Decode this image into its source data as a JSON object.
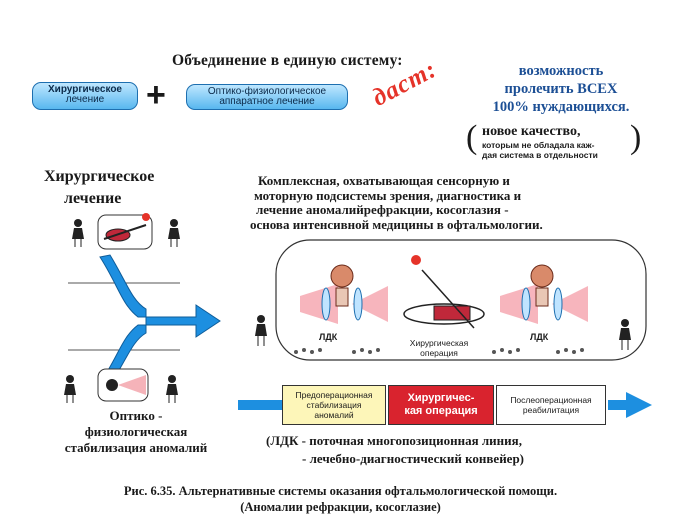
{
  "header": {
    "title": "Объединение в единую систему:",
    "surgical_pill": [
      "Хирургическое",
      "лечение"
    ],
    "optic_pill": [
      "Оптико-физиологическое",
      "аппаратное лечение"
    ],
    "plus": "+",
    "dast": "даст:",
    "possibility": [
      "возможность",
      "пролечить ВСЕХ",
      "100% нуждающихся."
    ],
    "paren_open": "(",
    "paren_close": ")",
    "quality_title": "новое качество,",
    "quality_sub": [
      "которым не обладала каж-",
      "дая система в отдельности"
    ]
  },
  "left": {
    "surgical": [
      "Хирургическое",
      "лечение"
    ],
    "optic": [
      "Оптико -",
      "физиологическая",
      "стабилизация аномалий"
    ]
  },
  "center": {
    "description": [
      "Комплексная, охватывающая сенсорную и",
      "моторную подсистемы зрения, диагностика и",
      "лечение аномалийрефракции, косоглазия -",
      "основа интенсивной медицины в офтальмологии."
    ],
    "ldk_left": "ЛДК",
    "ldk_right": "ЛДК",
    "surgery_label": [
      "Хирургическая",
      "операция"
    ]
  },
  "pipeline": {
    "pre": [
      "Предоперационная",
      "стабилизация",
      "аномалий"
    ],
    "surgery": [
      "Хирургичес-",
      "кая операция"
    ],
    "post": [
      "Послеоперационная",
      "реабилитация"
    ]
  },
  "ldk_note": [
    "(ЛДК - поточная многопозиционная линия,",
    "- лечебно-диагностический конвейер)"
  ],
  "caption": [
    "Рис. 6.35. Альтернативные системы оказания офтальмологической помощи.",
    "(Аномалии рефракции, косоглазие)"
  ],
  "colors": {
    "accent_blue": "#1d8fe0",
    "pipeline_red": "#d9232e",
    "pre_yellow": "#fdf6b9",
    "dast_red": "#e53329"
  }
}
